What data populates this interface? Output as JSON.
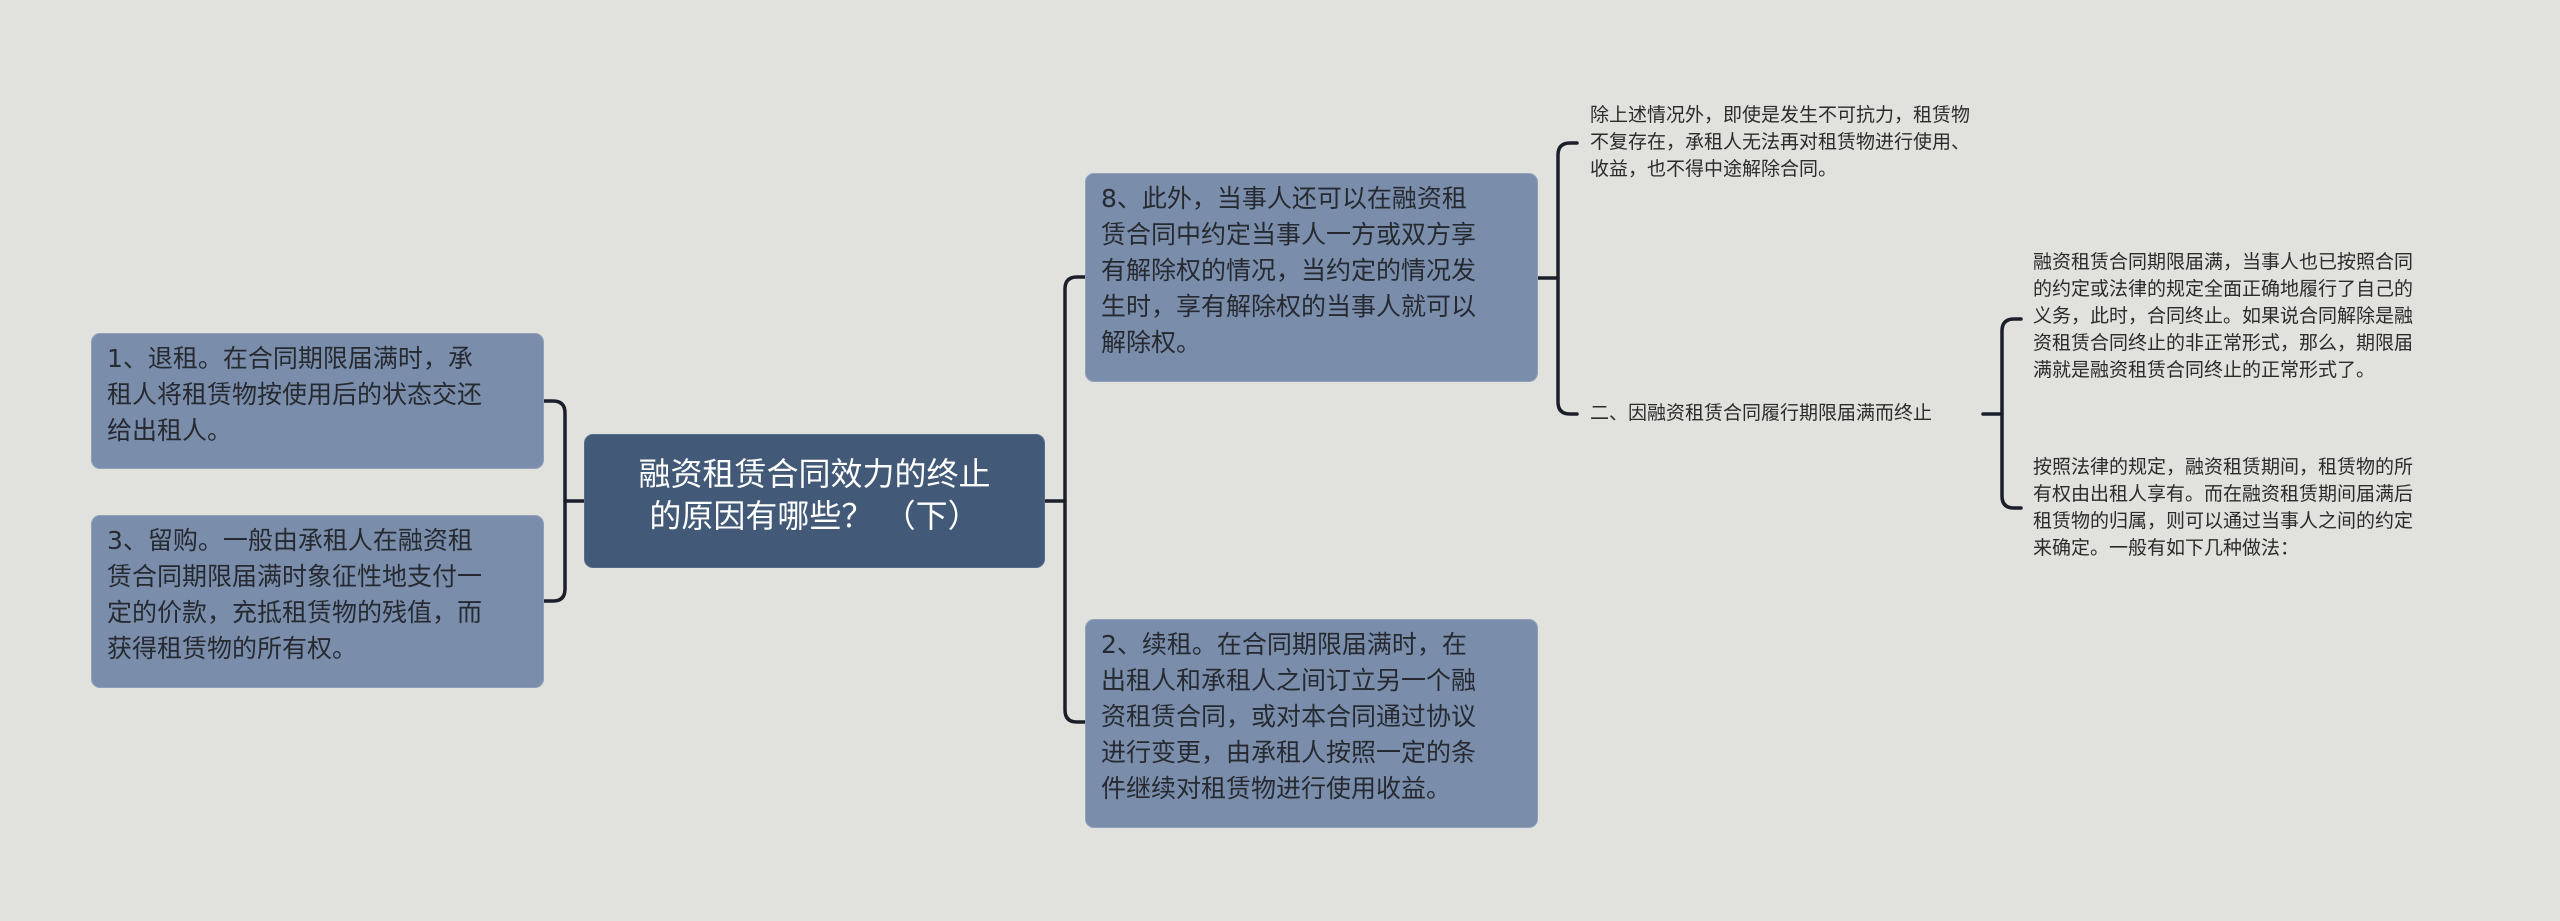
{
  "mindmap": {
    "root": {
      "lines": [
        "融资租赁合同效力的终止",
        "的原因有哪些？ （下）"
      ]
    },
    "left": [
      {
        "id": "node-1",
        "lines": [
          "1、退租。在合同期限届满时，承",
          "租人将租赁物按使用后的状态交还",
          "给出租人。"
        ]
      },
      {
        "id": "node-3",
        "lines": [
          "3、留购。一般由承租人在融资租",
          "赁合同期限届满时象征性地支付一",
          "定的价款，充抵租赁物的残值，而",
          "获得租赁物的所有权。"
        ]
      }
    ],
    "right": [
      {
        "id": "node-8",
        "lines": [
          "8、此外，当事人还可以在融资租",
          "赁合同中约定当事人一方或双方享",
          "有解除权的情况，当约定的情况发",
          "生时，享有解除权的当事人就可以",
          "解除权。"
        ],
        "children": [
          {
            "id": "leaf-force-majeure",
            "lines": [
              "除上述情况外，即使是发生不可抗力，租赁物",
              "不复存在，承租人无法再对租赁物进行使用、",
              "收益，也不得中途解除合同。"
            ]
          },
          {
            "id": "leaf-term-expiry",
            "label": "二、因融资租赁合同履行期限届满而终止",
            "children": [
              {
                "id": "leaf-normal-form",
                "lines": [
                  "融资租赁合同期限届满，当事人也已按照合同",
                  "的约定或法律的规定全面正确地履行了自己的",
                  "义务，此时，合同终止。如果说合同解除是融",
                  "资租赁合同终止的非正常形式，那么，期限届",
                  "满就是融资租赁合同终止的正常形式了。"
                ]
              },
              {
                "id": "leaf-ownership",
                "lines": [
                  "按照法律的规定，融资租赁期间，租赁物的所",
                  "有权由出租人享有。而在融资租赁期间届满后",
                  "租赁物的归属，则可以通过当事人之间的约定",
                  "来确定。一般有如下几种做法："
                ]
              }
            ]
          }
        ]
      },
      {
        "id": "node-2",
        "lines": [
          "2、续租。在合同期限届满时，在",
          "出租人和承租人之间订立另一个融",
          "资租赁合同，或对本合同通过协议",
          "进行变更，由承租人按照一定的条",
          "件继续对租赁物进行使用收益。"
        ]
      }
    ]
  },
  "colors": {
    "background": "#e1e2de",
    "root_fill": "#425a78",
    "node_fill": "#7a8eac",
    "connector": "#1b1f2a",
    "root_text": "#ffffff",
    "node_text": "#262a30"
  }
}
